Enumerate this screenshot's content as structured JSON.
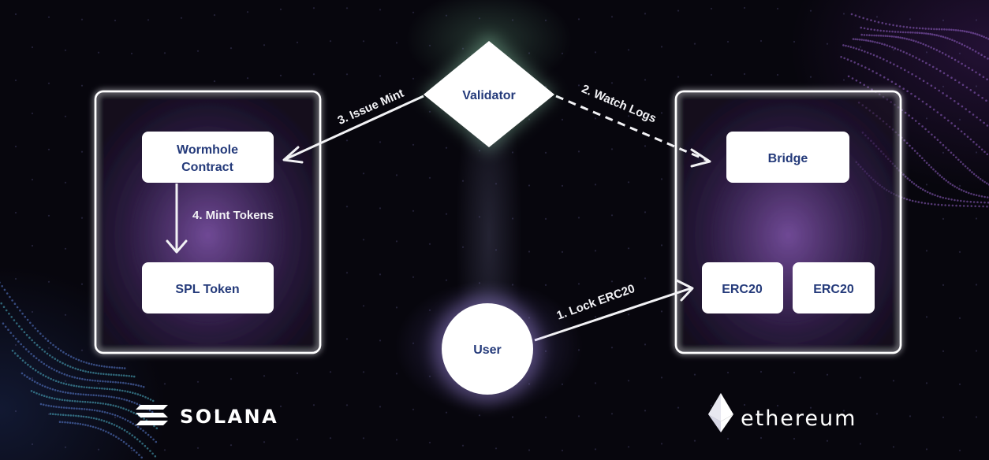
{
  "diagram": {
    "chains": {
      "solana": {
        "brand": "SOLANA",
        "nodes": {
          "contract": {
            "lines": [
              "Wormhole",
              "Contract"
            ]
          },
          "token": {
            "label": "SPL Token"
          }
        }
      },
      "ethereum": {
        "brand": "ethereum",
        "nodes": {
          "bridge": {
            "label": "Bridge"
          },
          "erc20_a": {
            "label": "ERC20"
          },
          "erc20_b": {
            "label": "ERC20"
          }
        }
      }
    },
    "validator": {
      "label": "Validator"
    },
    "user": {
      "label": "User"
    },
    "edges": {
      "lock": {
        "label": "1. Lock ERC20"
      },
      "watch": {
        "label": "2. Watch Logs"
      },
      "issue": {
        "label": "3. Issue Mint"
      },
      "mint": {
        "label": "4. Mint Tokens"
      }
    },
    "colors": {
      "background": "#07060d",
      "node_fill": "#ffffff",
      "node_text": "#243a7a",
      "line": "#f2f2f5",
      "panel_glow": "#7a4ab0"
    }
  }
}
